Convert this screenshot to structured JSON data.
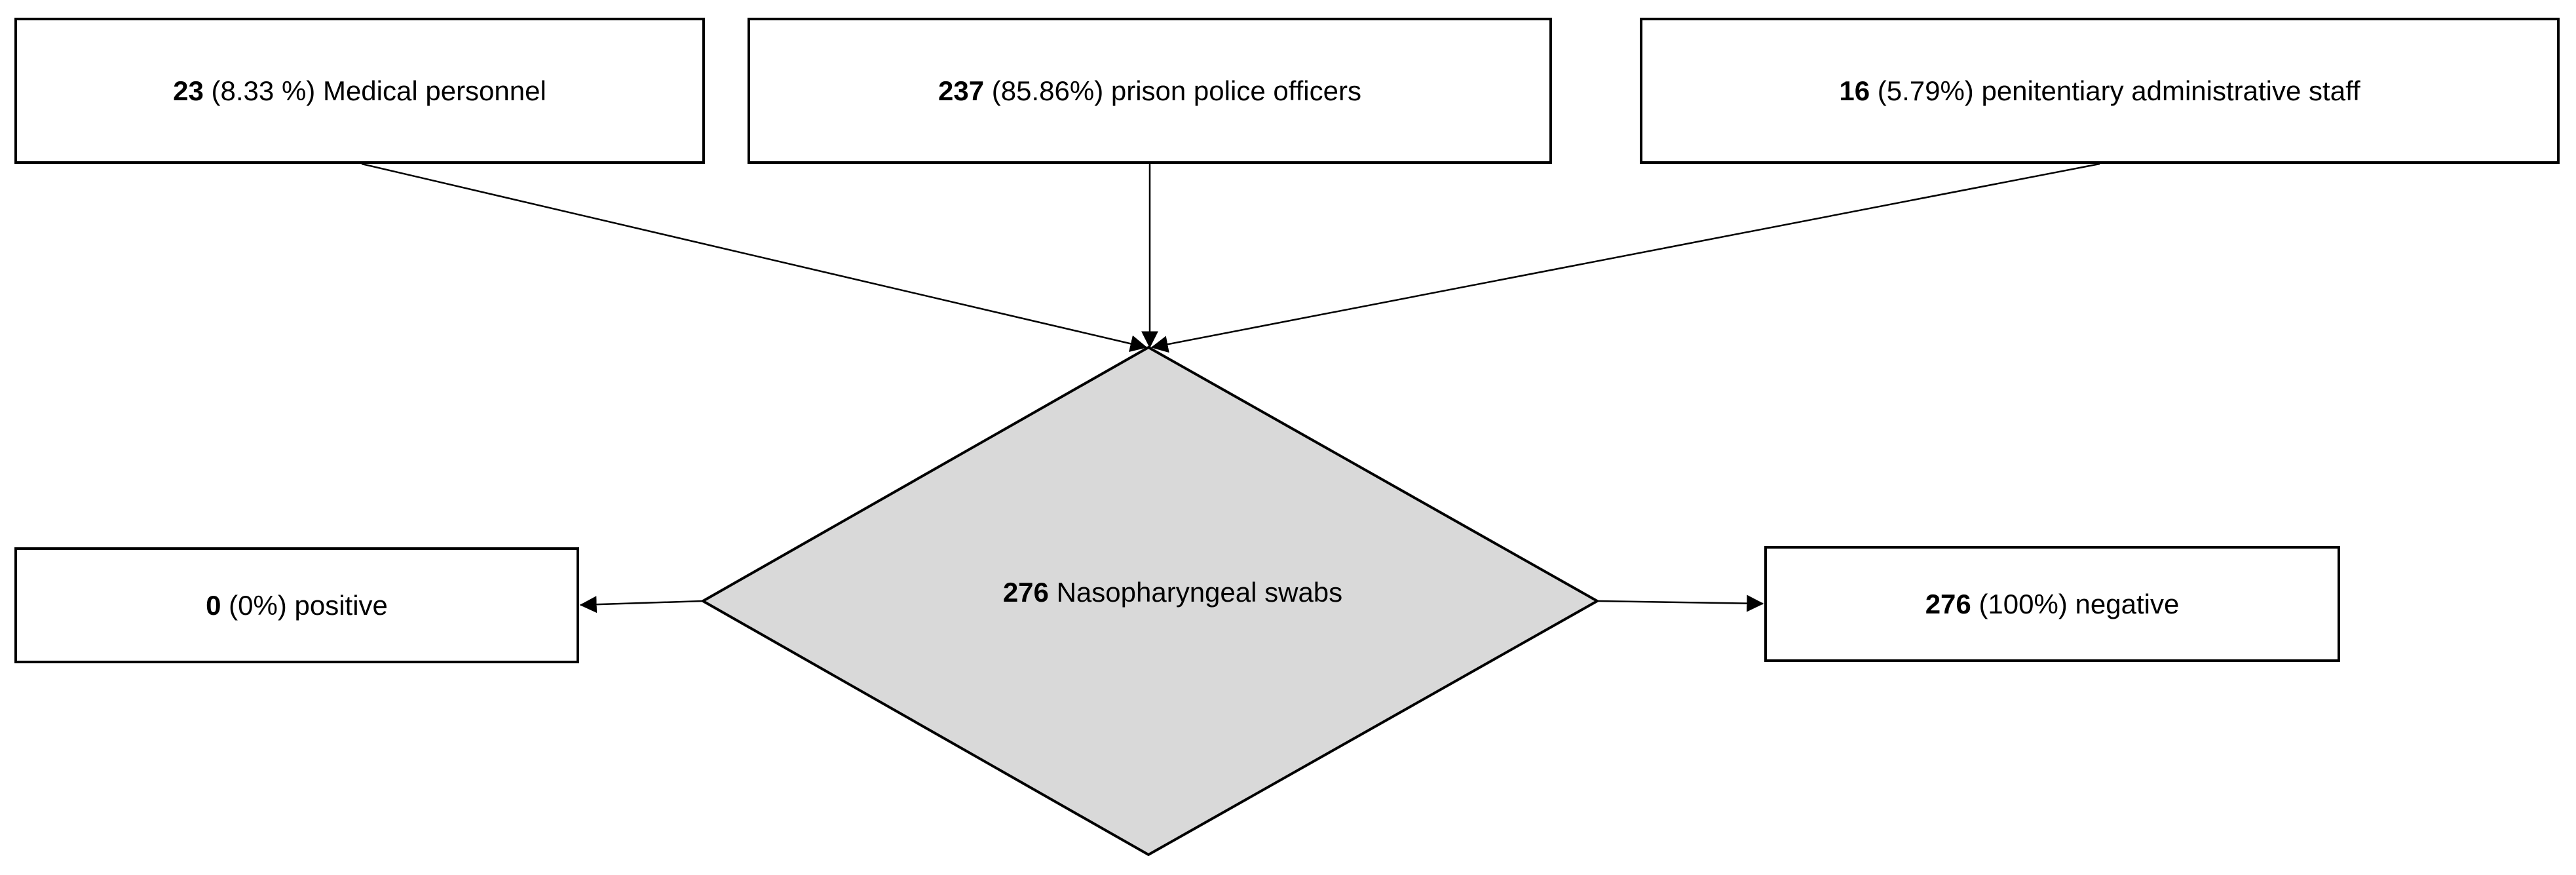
{
  "flowchart": {
    "sources": [
      {
        "count": "23",
        "pct": "(8.33 %)",
        "label": "Medical personnel"
      },
      {
        "count": "237",
        "pct": "(85.86%)",
        "label": "prison police officers"
      },
      {
        "count": "16",
        "pct": "(5.79%)",
        "label": "penitentiary administrative staff"
      }
    ],
    "decision": {
      "count": "276",
      "label": "Nasopharyngeal swabs"
    },
    "outcomes": {
      "positive": {
        "count": "0",
        "pct": "(0%)",
        "label": "positive"
      },
      "negative": {
        "count": "276",
        "pct": "(100%)",
        "label": "negative"
      }
    }
  },
  "colors": {
    "decision_fill": "#d9d9d9",
    "stroke": "#000000",
    "box_fill": "#ffffff"
  }
}
